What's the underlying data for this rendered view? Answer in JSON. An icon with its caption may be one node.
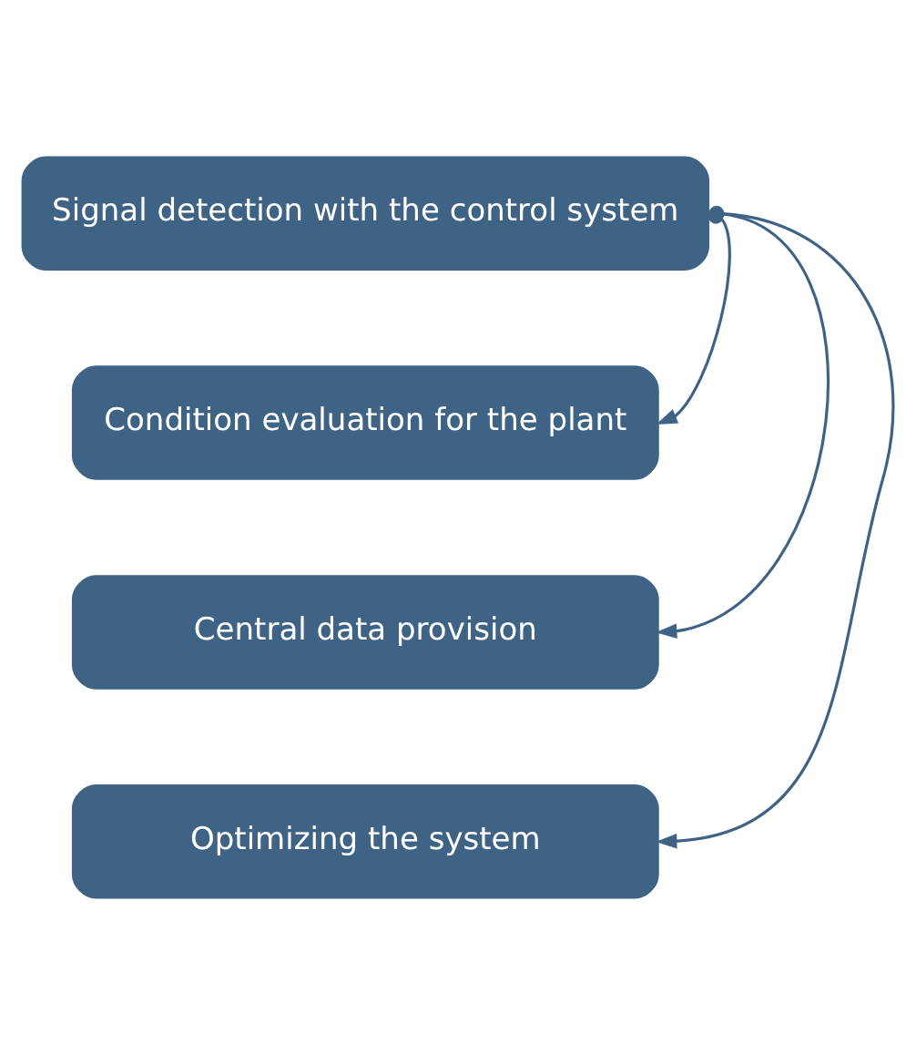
{
  "diagram": {
    "nodes": [
      {
        "text": [
          "Signal detection with the control system"
        ]
      },
      {
        "text": [
          "Condition evaluation for the plant"
        ]
      },
      {
        "text": [
          "Central data provision"
        ]
      },
      {
        "text": [
          "Optimizing the system"
        ]
      }
    ],
    "edges": [
      {
        "from": 0,
        "to": 1,
        "arrow": "to"
      },
      {
        "from": 0,
        "to": 2,
        "arrow": "to"
      },
      {
        "from": 0,
        "to": 3,
        "arrow": "to"
      }
    ]
  }
}
